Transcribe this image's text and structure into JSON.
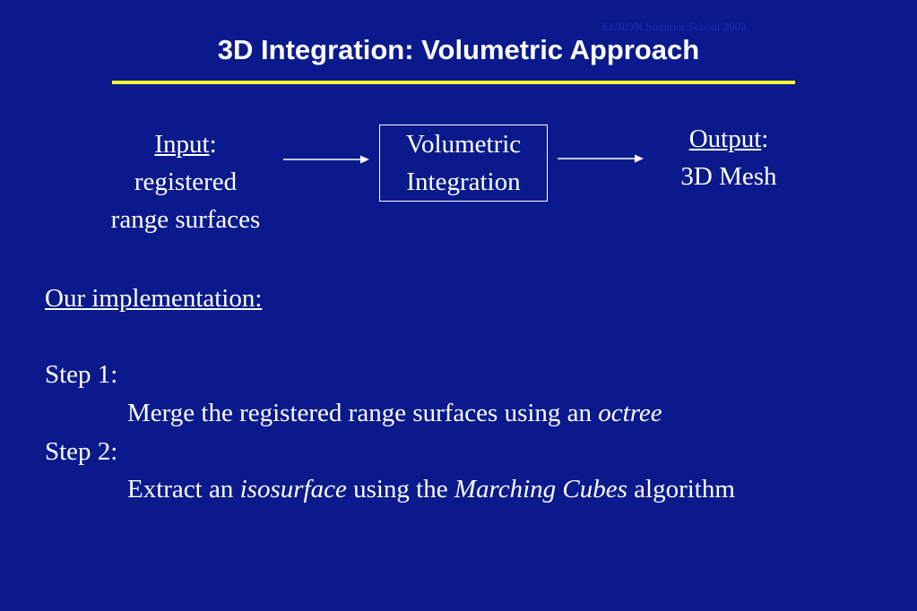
{
  "watermark": "EURON Summer School 2003",
  "title": "3D Integration: Volumetric Approach",
  "colors": {
    "background": "#0a1a8c",
    "accent_rule": "#ffff33",
    "text": "#ffffff"
  },
  "diagram": {
    "input": {
      "label": "Input",
      "suffix": ":",
      "line2": "registered",
      "line3": "range surfaces"
    },
    "process": {
      "line1": "Volumetric",
      "line2": "Integration"
    },
    "output": {
      "label": "Output",
      "suffix": ":",
      "line2": "3D Mesh"
    }
  },
  "body": {
    "heading": "Our implementation:",
    "step1": {
      "label": "Step 1:",
      "text_before": "Merge the registered range surfaces using an ",
      "text_italic": "octree"
    },
    "step2": {
      "label": "Step 2:",
      "text_a": "Extract an ",
      "text_b_italic": "isosurface",
      "text_c": " using the ",
      "text_d_italic": "Marching Cubes",
      "text_e": " algorithm"
    }
  }
}
